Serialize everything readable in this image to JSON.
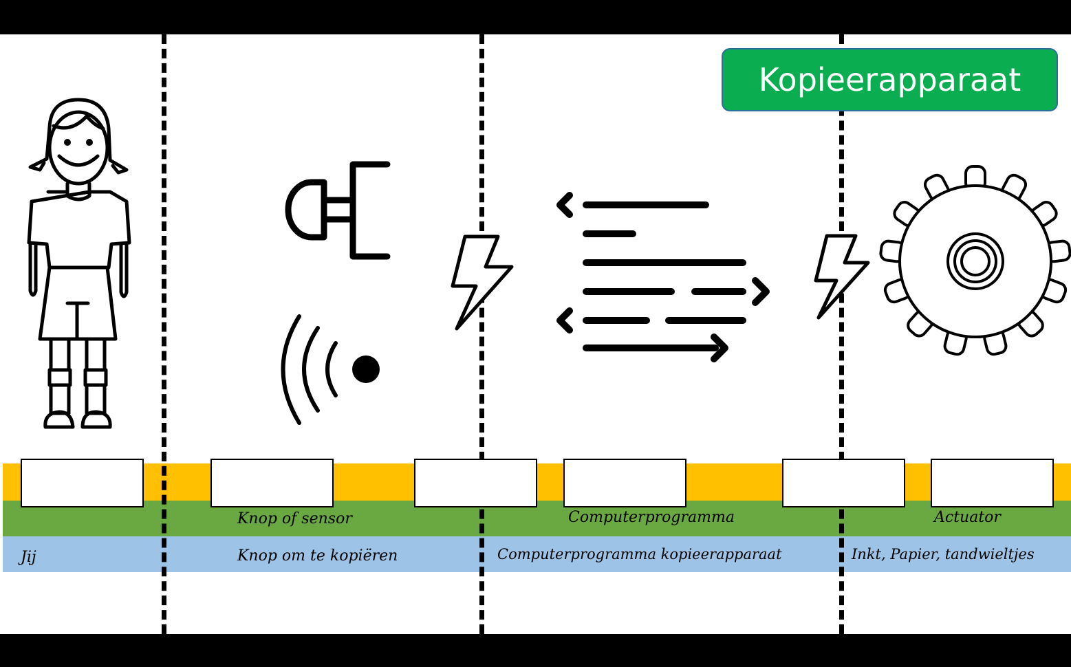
{
  "title": "Kopieerapparaat",
  "colors": {
    "title_bg": "#0aad4f",
    "band_yellow": "#ffc000",
    "band_green": "#6aa842",
    "band_blue": "#9dc3e6"
  },
  "icons": [
    "person-icon",
    "push-button-icon",
    "wireless-sensor-icon",
    "lightning-icon",
    "code-lines-icon",
    "gear-icon"
  ],
  "labels": {
    "green": {
      "sensor": "Knop of sensor",
      "program": "Computerprogramma",
      "actuator": "Actuator"
    },
    "blue": {
      "you": "Jij",
      "button": "Knop om te kopiëren",
      "program": "Computerprogramma kopieerapparaat",
      "parts": "Inkt, Papier, tandwieltjes"
    }
  }
}
